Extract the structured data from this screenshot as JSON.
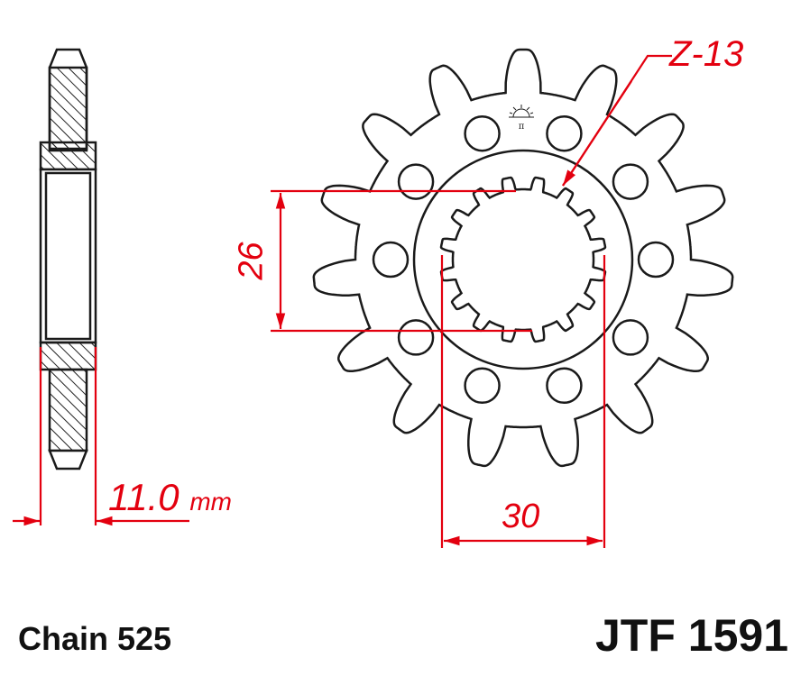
{
  "diagram": {
    "teeth_label": "Z-13",
    "width_value": "11.0",
    "width_unit": "mm",
    "spline_diameter": "26",
    "bore_width": "30",
    "chain": "Chain 525",
    "part_number": "JTF 1591",
    "colors": {
      "outline": "#1a1a1a",
      "dimension": "#e3000f"
    }
  }
}
